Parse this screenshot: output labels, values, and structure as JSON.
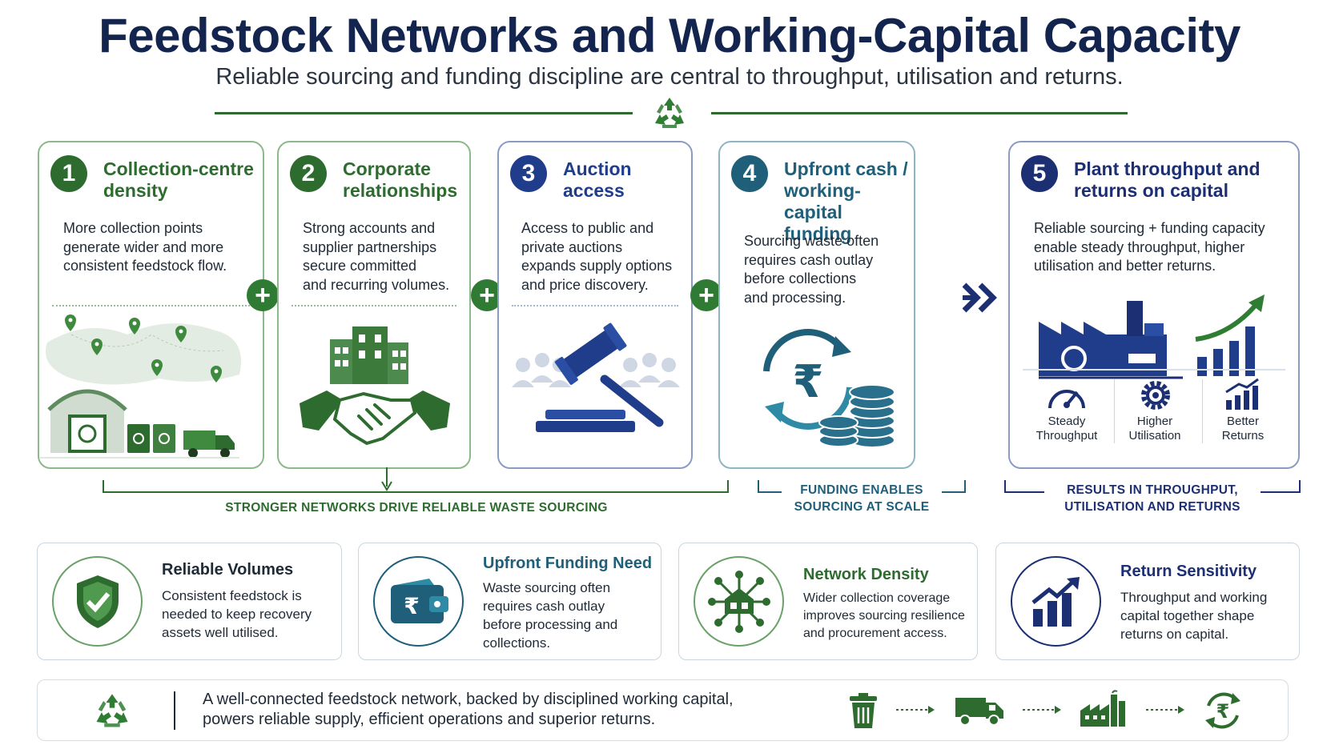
{
  "header": {
    "title": "Feedstock Networks and Working-Capital Capacity",
    "subtitle": "Reliable sourcing and funding discipline are central to throughput, utilisation and returns."
  },
  "steps": [
    {
      "number": "1",
      "title_lines": [
        "Collection-centre",
        "density"
      ],
      "text_lines": [
        "More collection points",
        "generate wider and more",
        "consistent feedstock flow."
      ],
      "accent": "#2e6b2f"
    },
    {
      "number": "2",
      "title_lines": [
        "Corporate",
        "relationships"
      ],
      "text_lines": [
        "Strong accounts and",
        "supplier partnerships",
        "secure committed",
        "and recurring volumes."
      ],
      "accent": "#2e6b2f"
    },
    {
      "number": "3",
      "title_lines": [
        "Auction",
        "access"
      ],
      "text_lines": [
        "Access to public and",
        "private auctions",
        "expands supply options",
        "and price discovery."
      ],
      "accent": "#1f3d8a"
    },
    {
      "number": "4",
      "title_lines": [
        "Upfront cash /",
        "working-capital",
        "funding"
      ],
      "text_lines": [
        "Sourcing waste often",
        "requires cash outlay",
        "before collections",
        "and processing."
      ],
      "accent": "#1f5f7a"
    },
    {
      "number": "5",
      "title_lines": [
        "Plant throughput and",
        "returns on capital"
      ],
      "text_lines": [
        "Reliable sourcing + funding capacity",
        "enable steady throughput, higher",
        "utilisation and better returns."
      ],
      "accent": "#1c2f73"
    }
  ],
  "connectors": {
    "plus": "+"
  },
  "metrics": [
    {
      "icon": "gauge-icon",
      "lines": [
        "Steady",
        "Throughput"
      ]
    },
    {
      "icon": "gear-icon",
      "lines": [
        "Higher",
        "Utilisation"
      ]
    },
    {
      "icon": "bar-growth-icon",
      "lines": [
        "Better",
        "Returns"
      ]
    }
  ],
  "brackets": {
    "networks": "STRONGER NETWORKS DRIVE RELIABLE WASTE SOURCING",
    "funding_lines": [
      "FUNDING ENABLES",
      "SOURCING AT SCALE"
    ],
    "results_lines": [
      "RESULTS IN THROUGHPUT,",
      "UTILISATION AND RETURNS"
    ]
  },
  "insights": [
    {
      "title": "Reliable Volumes",
      "text_lines": [
        "Consistent feedstock is",
        "needed to keep recovery",
        "assets well utilised."
      ],
      "icon": "shield-check-icon",
      "color": "#2e6b2f"
    },
    {
      "title": "Upfront Funding Need",
      "text_lines": [
        "Waste sourcing often",
        "requires cash outlay",
        "before processing and",
        "collections."
      ],
      "icon": "wallet-rupee-icon",
      "color": "#1f5f7a"
    },
    {
      "title": "Network Density",
      "text_lines": [
        "Wider collection coverage",
        "improves sourcing resilience",
        "and procurement access."
      ],
      "icon": "network-hub-icon",
      "color": "#2e6b2f"
    },
    {
      "title": "Return Sensitivity",
      "text_lines": [
        "Throughput and working",
        "capital together shape",
        "returns on capital."
      ],
      "icon": "chart-growth-icon",
      "color": "#1c2f73"
    }
  ],
  "footer": {
    "lines": [
      "A well-connected feedstock network, backed by disciplined working capital,",
      "powers reliable supply, efficient operations and superior returns."
    ],
    "flow_icons": [
      "bin-icon",
      "truck-icon",
      "factory-icon",
      "rupee-cycle-icon"
    ]
  },
  "colors": {
    "green": "#2e6b2f",
    "teal": "#1f5f7a",
    "navy": "#1c2f73",
    "title": "#13254f"
  }
}
